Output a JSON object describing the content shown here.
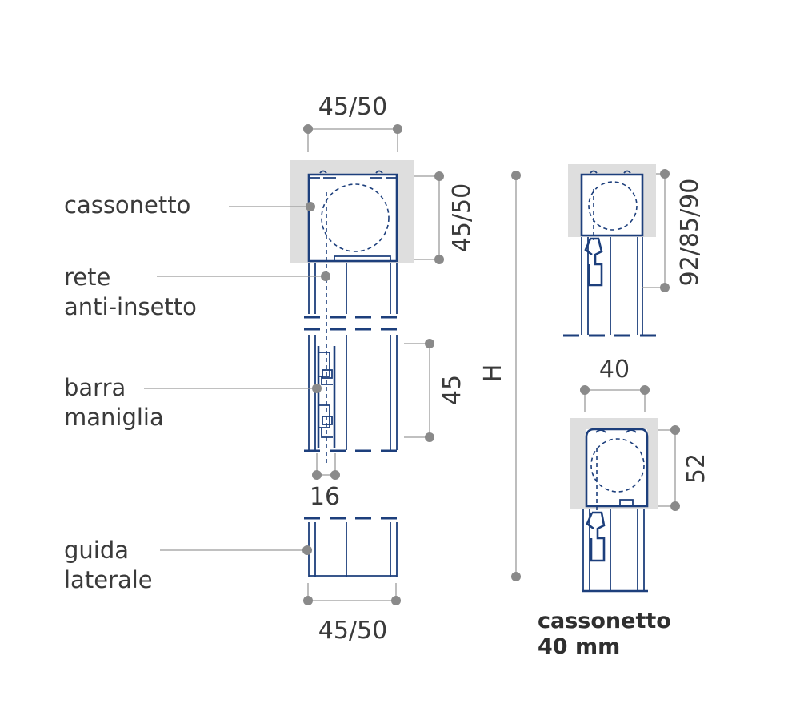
{
  "labels": {
    "cassonetto": "cassonetto",
    "rete_line1": "rete",
    "rete_line2": "anti-insetto",
    "barra_line1": "barra",
    "barra_line2": "maniglia",
    "guida_line1": "guida",
    "guida_line2": "laterale"
  },
  "dimensions": {
    "top_width": "45/50",
    "box_height": "45/50",
    "handle_height": "45",
    "handle_width": "16",
    "bottom_width": "45/50",
    "overall_height": "H",
    "small_box_height": "92/85/90",
    "small_width": "40",
    "small_height2": "52"
  },
  "caption": {
    "line1": "cassonetto",
    "line2": "40 mm"
  }
}
